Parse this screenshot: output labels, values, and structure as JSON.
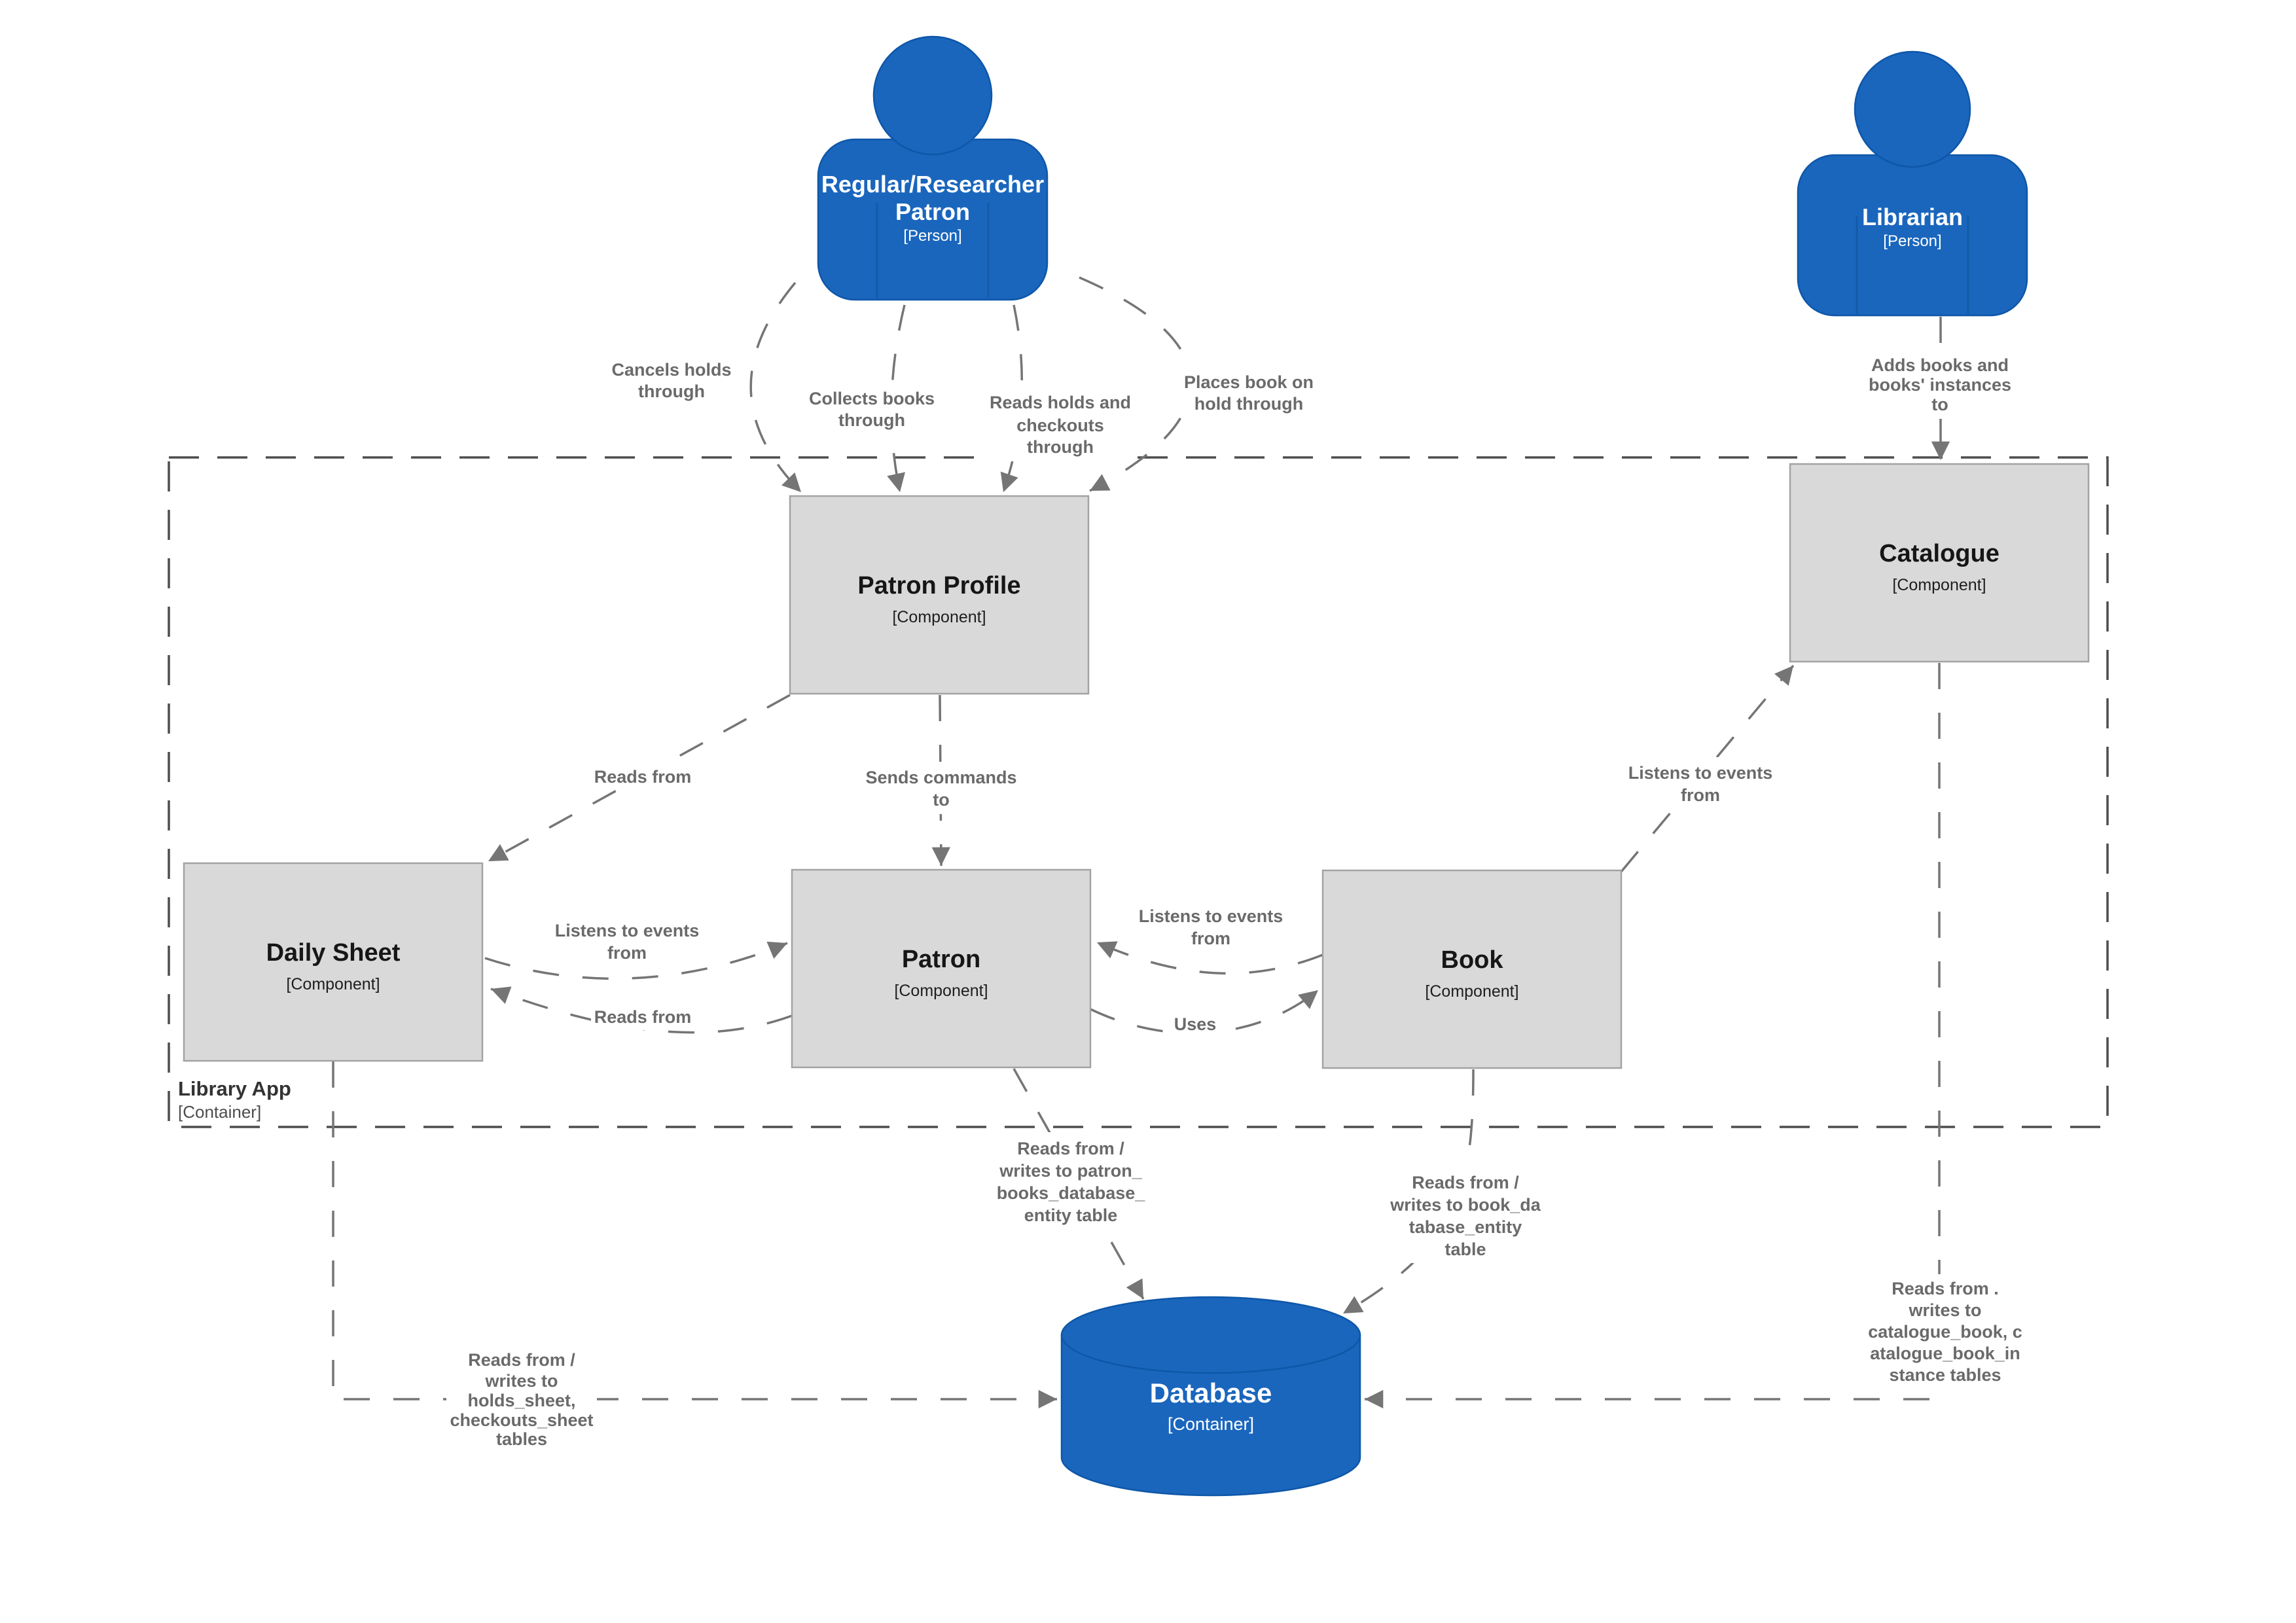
{
  "actors": {
    "patron": {
      "line1": "Regular/Researcher",
      "line2": "Patron",
      "type": "[Person]"
    },
    "librarian": {
      "name": "Librarian",
      "type": "[Person]"
    }
  },
  "components": {
    "patron_profile": {
      "title": "Patron Profile",
      "type": "[Component]"
    },
    "catalogue": {
      "title": "Catalogue",
      "type": "[Component]"
    },
    "daily_sheet": {
      "title": "Daily Sheet",
      "type": "[Component]"
    },
    "patron": {
      "title": "Patron",
      "type": "[Component]"
    },
    "book": {
      "title": "Book",
      "type": "[Component]"
    }
  },
  "boundary": {
    "title": "Library App",
    "type": "[Container]"
  },
  "database": {
    "title": "Database",
    "type": "[Container]"
  },
  "edge_labels": {
    "cancels": [
      "Cancels holds",
      "through"
    ],
    "collects": [
      "Collects books",
      "through"
    ],
    "reads_holds": [
      "Reads holds and",
      "checkouts",
      "through"
    ],
    "places": [
      "Places book on",
      "hold through"
    ],
    "adds_books": [
      "Adds books and",
      "books' instances",
      "to"
    ],
    "pp_reads_ds": [
      "Reads from"
    ],
    "sends_commands": [
      "Sends commands",
      "to"
    ],
    "ds_listens": [
      "Listens to events",
      "from"
    ],
    "patron_reads_ds": [
      "Reads from"
    ],
    "book_listens_patron": [
      "Listens to events",
      "from"
    ],
    "uses": [
      "Uses"
    ],
    "book_listens_cat": [
      "Listens to events",
      "from"
    ],
    "patron_db": [
      "Reads from /",
      "writes to patron_",
      "books_database_",
      "entity table"
    ],
    "book_db": [
      "Reads from /",
      "writes to book_da",
      "tabase_entity",
      "table"
    ],
    "cat_db": [
      "Reads from .",
      "writes to",
      "catalogue_book, c",
      "atalogue_book_in",
      "stance tables"
    ],
    "ds_db": [
      "Reads from /",
      "writes to",
      "holds_sheet,",
      "checkouts_sheet",
      "tables"
    ]
  },
  "colors": {
    "person_blue": "#1a66bd",
    "component_gray": "#d9d9d9",
    "edge_gray": "#757575",
    "label_gray": "#6a6a6a"
  }
}
